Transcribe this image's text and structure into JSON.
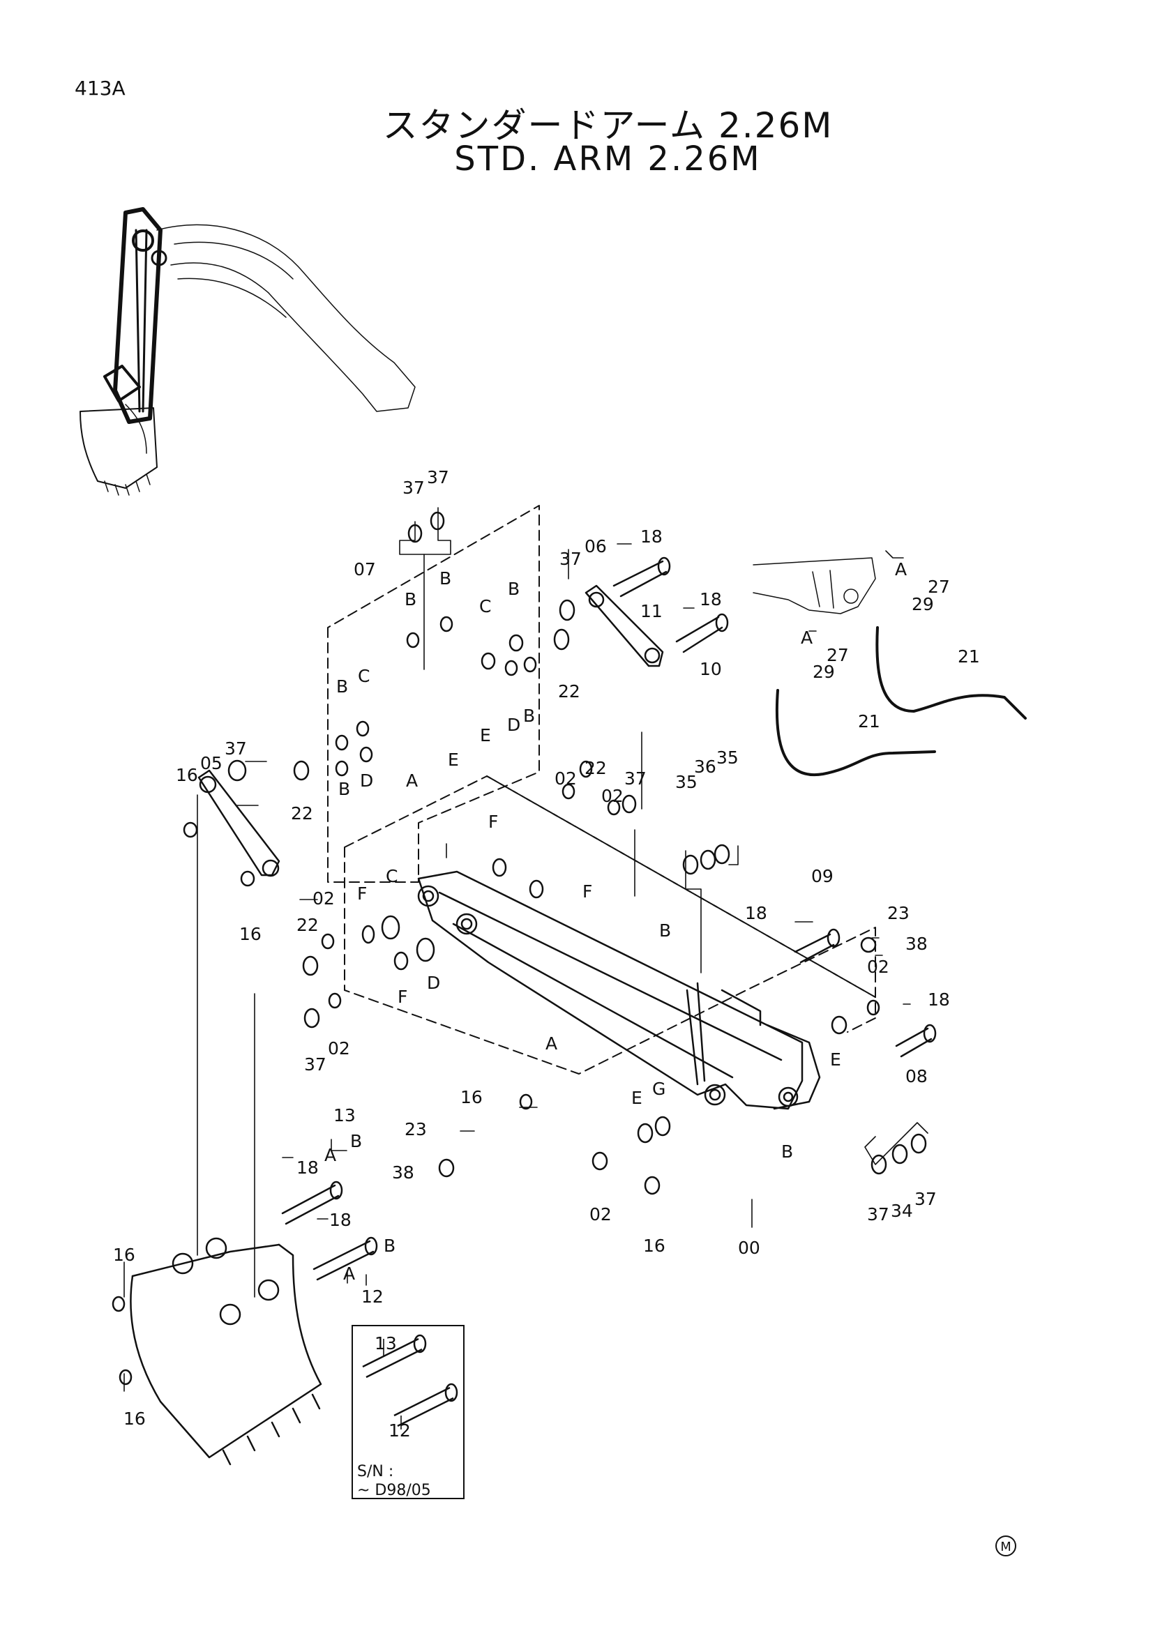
{
  "header": {
    "page_code": "413A",
    "title_jp": "スタンダードアーム 2.26M",
    "title_en": "STD. ARM 2.26M"
  },
  "callouts": [
    {
      "id": "c37a",
      "text": "37"
    },
    {
      "id": "c37b",
      "text": "37"
    },
    {
      "id": "c07",
      "text": "07"
    },
    {
      "id": "cB1",
      "text": "B"
    },
    {
      "id": "cB2",
      "text": "B"
    },
    {
      "id": "cC1",
      "text": "C"
    },
    {
      "id": "cB3",
      "text": "B"
    },
    {
      "id": "c37c",
      "text": "37"
    },
    {
      "id": "c06",
      "text": "06"
    },
    {
      "id": "c18a",
      "text": "18"
    },
    {
      "id": "c11",
      "text": "11"
    },
    {
      "id": "c18b",
      "text": "18"
    },
    {
      "id": "c10",
      "text": "10"
    },
    {
      "id": "c22a",
      "text": "22"
    },
    {
      "id": "cB4",
      "text": "B"
    },
    {
      "id": "cC2",
      "text": "C"
    },
    {
      "id": "cD1",
      "text": "D"
    },
    {
      "id": "cB5",
      "text": "B"
    },
    {
      "id": "cE1",
      "text": "E"
    },
    {
      "id": "cE2",
      "text": "E"
    },
    {
      "id": "cA1",
      "text": "A"
    },
    {
      "id": "cB6",
      "text": "B"
    },
    {
      "id": "cD2",
      "text": "D"
    },
    {
      "id": "c37d",
      "text": "37"
    },
    {
      "id": "c16a",
      "text": "16"
    },
    {
      "id": "c05",
      "text": "05"
    },
    {
      "id": "c22b",
      "text": "22"
    },
    {
      "id": "c16b",
      "text": "16"
    },
    {
      "id": "c02a",
      "text": "02"
    },
    {
      "id": "c22c",
      "text": "22"
    },
    {
      "id": "c02b",
      "text": "02"
    },
    {
      "id": "c37e",
      "text": "37"
    },
    {
      "id": "cF1",
      "text": "F"
    },
    {
      "id": "c35a",
      "text": "35"
    },
    {
      "id": "c36",
      "text": "36"
    },
    {
      "id": "c35b",
      "text": "35"
    },
    {
      "id": "c02c",
      "text": "02"
    },
    {
      "id": "cF2",
      "text": "F"
    },
    {
      "id": "cC3",
      "text": "C"
    },
    {
      "id": "cF3",
      "text": "F"
    },
    {
      "id": "c22d",
      "text": "22"
    },
    {
      "id": "cF4",
      "text": "F"
    },
    {
      "id": "cD3",
      "text": "D"
    },
    {
      "id": "c37f",
      "text": "37"
    },
    {
      "id": "c02d",
      "text": "02"
    },
    {
      "id": "cA2",
      "text": "A"
    },
    {
      "id": "cB7",
      "text": "B"
    },
    {
      "id": "c09",
      "text": "09"
    },
    {
      "id": "c18c",
      "text": "18"
    },
    {
      "id": "c23a",
      "text": "23"
    },
    {
      "id": "c38a",
      "text": "38"
    },
    {
      "id": "c02e",
      "text": "02"
    },
    {
      "id": "c18d",
      "text": "18"
    },
    {
      "id": "cE3",
      "text": "E"
    },
    {
      "id": "c08",
      "text": "08"
    },
    {
      "id": "c16c",
      "text": "16"
    },
    {
      "id": "cE4",
      "text": "E"
    },
    {
      "id": "cG",
      "text": "G"
    },
    {
      "id": "c23b",
      "text": "23"
    },
    {
      "id": "c38b",
      "text": "38"
    },
    {
      "id": "c02f",
      "text": "02"
    },
    {
      "id": "c16d",
      "text": "16"
    },
    {
      "id": "cB8",
      "text": "B"
    },
    {
      "id": "c00",
      "text": "00"
    },
    {
      "id": "c37g",
      "text": "37"
    },
    {
      "id": "c34",
      "text": "34"
    },
    {
      "id": "c37h",
      "text": "37"
    },
    {
      "id": "c13a",
      "text": "13"
    },
    {
      "id": "cA3",
      "text": "A"
    },
    {
      "id": "cB9",
      "text": "B"
    },
    {
      "id": "c18e",
      "text": "18"
    },
    {
      "id": "c18f",
      "text": "18"
    },
    {
      "id": "cB10",
      "text": "B"
    },
    {
      "id": "cA4",
      "text": "A"
    },
    {
      "id": "c12a",
      "text": "12"
    },
    {
      "id": "c16e",
      "text": "16"
    },
    {
      "id": "c16f",
      "text": "16"
    },
    {
      "id": "cA5",
      "text": "A"
    },
    {
      "id": "c27a",
      "text": "27"
    },
    {
      "id": "c29a",
      "text": "29"
    },
    {
      "id": "cA6",
      "text": "A"
    },
    {
      "id": "c27b",
      "text": "27"
    },
    {
      "id": "c29b",
      "text": "29"
    },
    {
      "id": "c21a",
      "text": "21"
    },
    {
      "id": "c21b",
      "text": "21"
    },
    {
      "id": "c13b",
      "text": "13"
    },
    {
      "id": "c12b",
      "text": "12"
    }
  ],
  "inset": {
    "sn_label": "S/N :",
    "sn_range": "~ D98/05"
  },
  "footer": {
    "maker_mark": "M"
  }
}
